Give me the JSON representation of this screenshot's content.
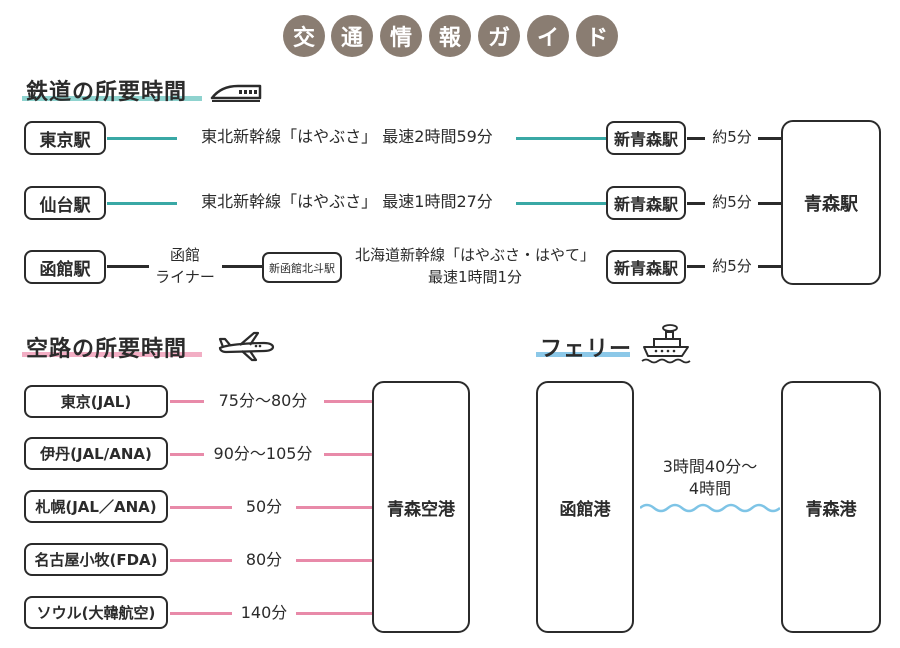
{
  "title_chars": [
    "交",
    "通",
    "情",
    "報",
    "ガ",
    "イ",
    "ド"
  ],
  "colors": {
    "title_circle": "#8a7d72",
    "rail_line": "#39a8a5",
    "air_line": "#e88aa9",
    "sea_wave": "#7ec4e6",
    "rail_underline": "#8fd3cf",
    "air_underline": "#f2aec4",
    "ferry_underline": "#8cc8e8"
  },
  "rail": {
    "heading": "鉄道の所要時間",
    "icon": "shinkansen-icon",
    "routes": [
      {
        "origin": "東京駅",
        "info": "東北新幹線「はやぶさ」 最速2時間59分",
        "via": "新青森駅",
        "transfer": "約5分"
      },
      {
        "origin": "仙台駅",
        "info": "東北新幹線「はやぶさ」 最速1時間27分",
        "via": "新青森駅",
        "transfer": "約5分"
      },
      {
        "origin": "函館駅",
        "connector_line1": "函館",
        "connector_line2": "ライナー",
        "mid": "新函館北斗駅",
        "info_line1": "北海道新幹線「はやぶさ・はやて」",
        "info_line2": "最速1時間1分",
        "via": "新青森駅",
        "transfer": "約5分"
      }
    ],
    "destination": "青森駅"
  },
  "air": {
    "heading": "空路の所要時間",
    "icon": "airplane-icon",
    "routes": [
      {
        "origin": "東京(JAL)",
        "time": "75分〜80分"
      },
      {
        "origin": "伊丹(JAL/ANA)",
        "time": "90分〜105分"
      },
      {
        "origin": "札幌(JAL／ANA)",
        "time": "50分"
      },
      {
        "origin": "名古屋小牧(FDA)",
        "time": "80分"
      },
      {
        "origin": "ソウル(大韓航空)",
        "time": "140分"
      }
    ],
    "destination": "青森空港"
  },
  "ferry": {
    "heading": "フェリー",
    "icon": "ship-icon",
    "origin": "函館港",
    "time_line1": "3時間40分〜",
    "time_line2": "4時間",
    "destination": "青森港"
  }
}
